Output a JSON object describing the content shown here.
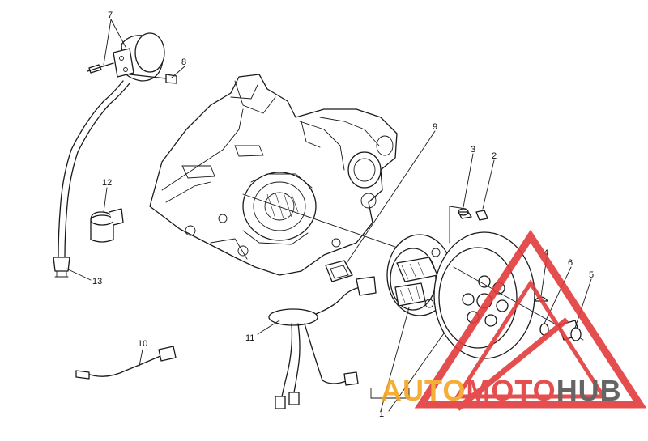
{
  "callouts": [
    {
      "id": "1",
      "text": "1"
    },
    {
      "id": "2",
      "text": "2"
    },
    {
      "id": "3",
      "text": "3"
    },
    {
      "id": "4",
      "text": "4"
    },
    {
      "id": "5",
      "text": "5"
    },
    {
      "id": "6",
      "text": "6"
    },
    {
      "id": "7",
      "text": "7"
    },
    {
      "id": "8",
      "text": "8"
    },
    {
      "id": "9",
      "text": "9"
    },
    {
      "id": "10",
      "text": "10"
    },
    {
      "id": "11",
      "text": "11"
    },
    {
      "id": "12",
      "text": "12"
    },
    {
      "id": "13",
      "text": "13"
    }
  ],
  "watermark": {
    "part1": "AUTO",
    "part2": "MOTO",
    "part3": "HUB",
    "color_auto": "#f5a623",
    "color_moto": "#e23b3b",
    "color_hub": "#555555",
    "triangle_color": "#e23b3b"
  }
}
